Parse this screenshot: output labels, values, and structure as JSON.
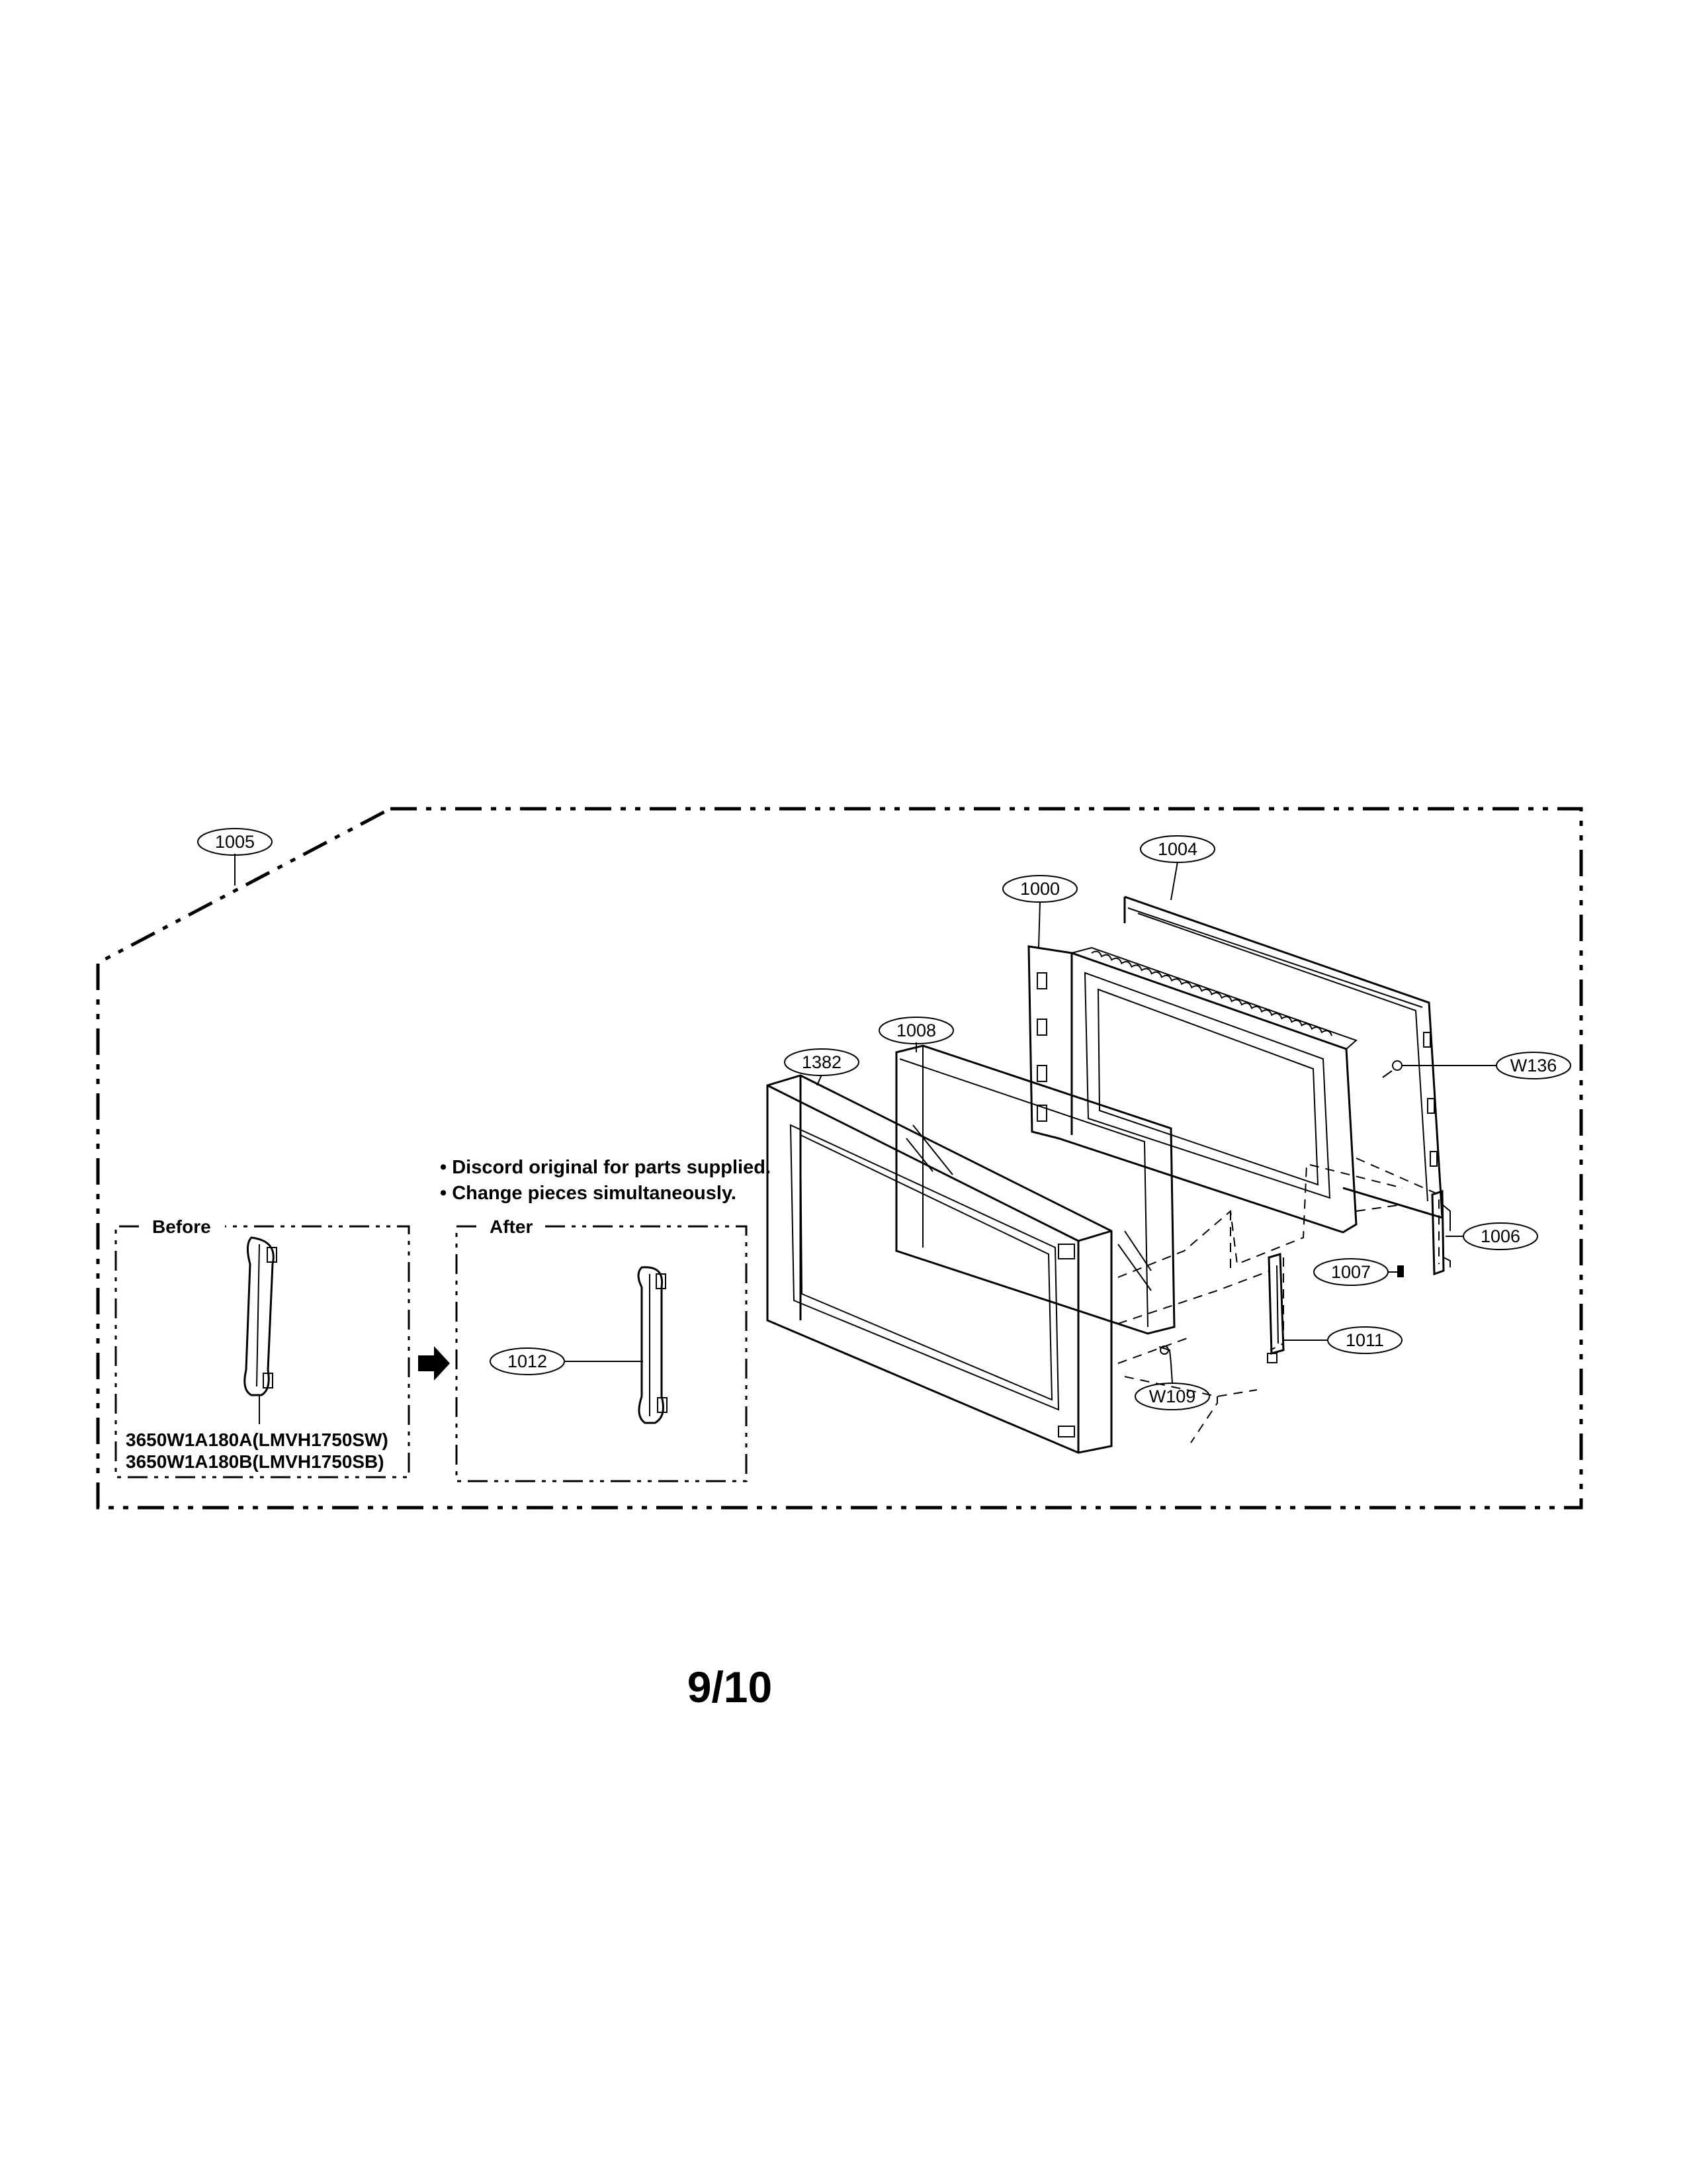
{
  "callouts": {
    "c1005": "1005",
    "c1004": "1004",
    "c1000": "1000",
    "c1008": "1008",
    "c1382": "1382",
    "cW136": "W136",
    "c1006": "1006",
    "c1007": "1007",
    "c1011": "1011",
    "cW109": "W109",
    "c1012": "1012"
  },
  "notes": {
    "line1": "• Discord original for parts supplied.",
    "line2": "• Change pieces simultaneously."
  },
  "before_box": {
    "label": "Before",
    "code1": "3650W1A180A(LMVH1750SW)",
    "code2": "3650W1A180B(LMVH1750SB)"
  },
  "after_box": {
    "label": "After"
  },
  "page_number": "9/10"
}
